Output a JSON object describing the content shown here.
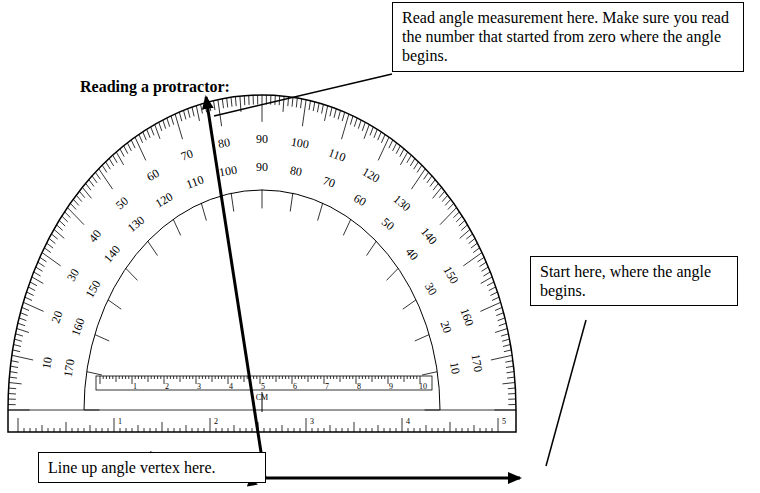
{
  "diagram": {
    "title": "Reading a protractor:",
    "nodes": [
      {
        "text": [
          "Read angle measurement here.  Make sure you read the number that started from zero where the angle begins."
        ]
      },
      {
        "text": [
          "Start here, where the angle begins."
        ]
      },
      {
        "text": [
          "Line up angle vertex here."
        ]
      }
    ],
    "labels": [
      "10",
      "20",
      "30",
      "40",
      "50",
      "60",
      "70",
      "80",
      "90",
      "100",
      "110",
      "120",
      "130",
      "140",
      "150",
      "160",
      "170",
      "170",
      "160",
      "150",
      "140",
      "130",
      "120",
      "110",
      "100",
      "90",
      "80",
      "70",
      "60",
      "50",
      "40",
      "30",
      "20",
      "10",
      "1",
      "2",
      "3",
      "4",
      "5",
      "6",
      "7",
      "8",
      "9",
      "10",
      "CM",
      "1",
      "2",
      "3",
      "4",
      "5"
    ]
  }
}
